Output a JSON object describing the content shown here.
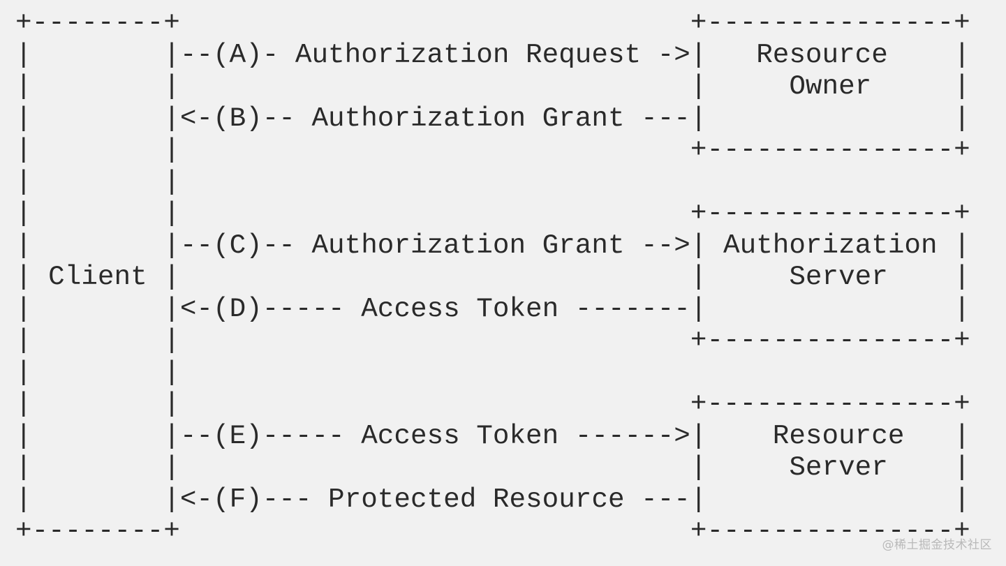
{
  "diagram": {
    "lines": [
      "+--------+                               +---------------+",
      "|        |--(A)- Authorization Request ->|   Resource    |",
      "|        |                               |     Owner     |",
      "|        |<-(B)-- Authorization Grant ---|               |",
      "|        |                               +---------------+",
      "|        |",
      "|        |                               +---------------+",
      "|        |--(C)-- Authorization Grant -->| Authorization |",
      "| Client |                               |     Server    |",
      "|        |<-(D)----- Access Token -------|               |",
      "|        |                               +---------------+",
      "|        |",
      "|        |                               +---------------+",
      "|        |--(E)----- Access Token ------>|    Resource   |",
      "|        |                               |     Server    |",
      "|        |<-(F)--- Protected Resource ---|               |",
      "+--------+                               +---------------+"
    ]
  },
  "watermark": "@稀土掘金技术社区"
}
